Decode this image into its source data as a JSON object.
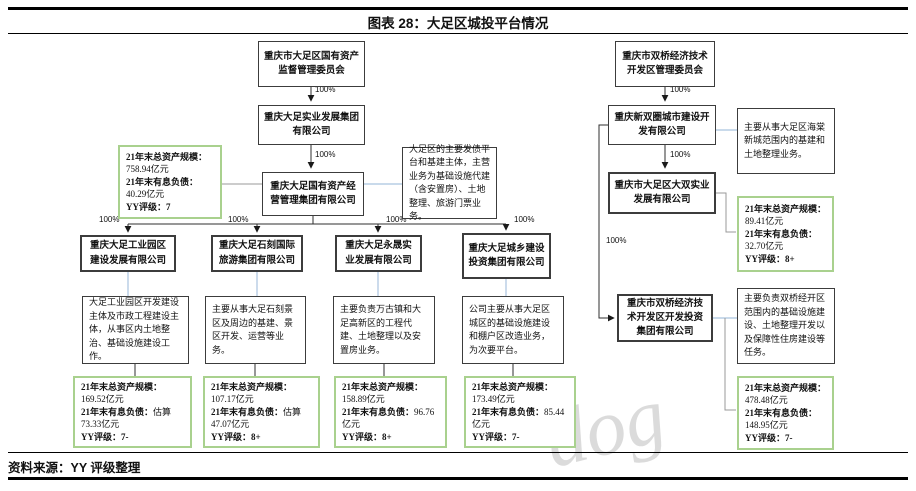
{
  "title": "图表 28：大足区城投平台情况",
  "source": "资料来源：YY 评级整理",
  "pct": "100%",
  "watermark": "dog",
  "colors": {
    "green_border": "#a9d18e",
    "blue_line": "#a9c3df"
  },
  "left": {
    "gov": "重庆市大足区国有资产监督管理委员会",
    "group": "重庆大足实业发展集团有限公司",
    "core": "重庆大足国有资产经营管理集团有限公司",
    "core_note": "大足区的主要发债平台和基建主体，主营业务为基础设施代建（含安置房）、土地整理、旅游门票业务。",
    "core_fin": {
      "asset_label": "21年末总资产规模：",
      "asset": "758.94亿元",
      "debt_label": "21年末有息负债：",
      "debt": "40.29亿元",
      "rating": "YY评级：7"
    },
    "subs": [
      {
        "name": "重庆大足工业园区建设发展有限公司",
        "note": "大足工业园区开发建设主体及市政工程建设主体，从事区内土地整治、基础设施建设工作。",
        "fin": {
          "asset_label": "21年末总资产规模：",
          "asset": "169.52亿元",
          "debt_label": "21年末有息负债：",
          "debt": "估算73.33亿元",
          "rating": "YY评级：7-"
        }
      },
      {
        "name": "重庆大足石刻国际旅游集团有限公司",
        "note": "主要从事大足石刻景区及周边的基建、景区开发、运营等业务。",
        "fin": {
          "asset_label": "21年末总资产规模：",
          "asset": "107.17亿元",
          "debt_label": "21年末有息负债：",
          "debt": "估算47.07亿元",
          "rating": "YY评级：8+"
        }
      },
      {
        "name": "重庆大足永晟实业发展有限公司",
        "note": "主要负责万古镇和大足高新区的工程代建、土地整理以及安置房业务。",
        "fin": {
          "asset_label": "21年末总资产规模：",
          "asset": "158.89亿元",
          "debt_label": "21年末有息负债：",
          "debt": "96.76亿元",
          "rating": "YY评级：8+"
        }
      },
      {
        "name": "重庆大足城乡建设投资集团有限公司",
        "note": "公司主要从事大足区城区的基础设施建设和棚户区改造业务，为次要平台。",
        "fin": {
          "asset_label": "21年末总资产规模：",
          "asset": "173.49亿元",
          "debt_label": "21年末有息负债：",
          "debt": "85.44亿元",
          "rating": "YY评级：7-"
        }
      }
    ]
  },
  "right": {
    "gov": "重庆市双桥经济技术开发区管理委员会",
    "group": "重庆新双圈城市建设开发有限公司",
    "dashuang": {
      "name": "重庆市大足区大双实业发展有限公司",
      "note": "主要从事大足区海棠新城范围内的基建和土地整理业务。",
      "fin": {
        "asset_label": "21年末总资产规模：",
        "asset": "89.41亿元",
        "debt_label": "21年末有息负债：",
        "debt": "32.70亿元",
        "rating": "YY评级：8+"
      }
    },
    "shuangqiao": {
      "name": "重庆市双桥经济技术开发区开发投资集团有限公司",
      "note": "主要负责双桥经开区范围内的基础设施建设、土地整理开发以及保障性住房建设等任务。",
      "fin": {
        "asset_label": "21年末总资产规模：",
        "asset": "478.48亿元",
        "debt_label": "21年末有息负债：",
        "debt": "148.95亿元",
        "rating": "YY评级：7-"
      }
    }
  }
}
